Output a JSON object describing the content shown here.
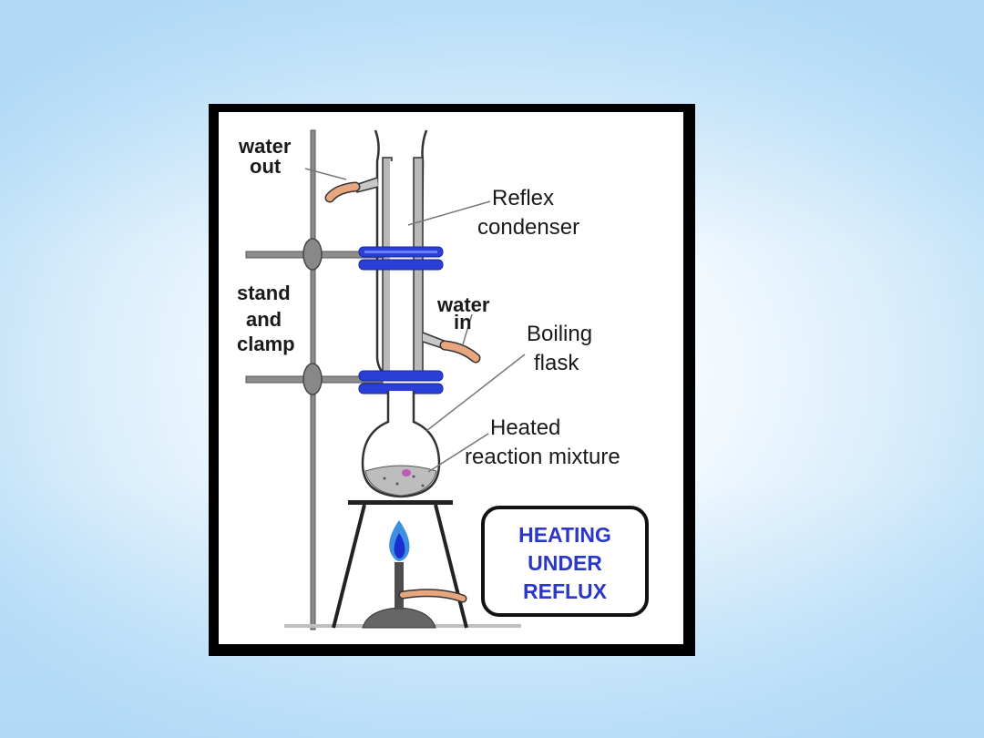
{
  "labels": {
    "water_out_1": "water",
    "water_out_2": "out",
    "condenser_1": "Reflex",
    "condenser_2": "condenser",
    "stand_1": "stand",
    "stand_2": "and",
    "stand_3": "clamp",
    "water_in_1": "water",
    "water_in_2": "in",
    "flask_1": "Boiling",
    "flask_2": "flask",
    "mixture_1": "Heated",
    "mixture_2": "reaction mixture"
  },
  "title_box": {
    "line1": "HEATING",
    "line2": "UNDER",
    "line3": "REFLUX"
  },
  "colors": {
    "clamp_blue": "#2b3fd6",
    "hose": "#e8a67e",
    "flame_outer": "#3f8fe0",
    "flame_inner": "#1a2fd0",
    "title_text": "#2a37c9"
  }
}
